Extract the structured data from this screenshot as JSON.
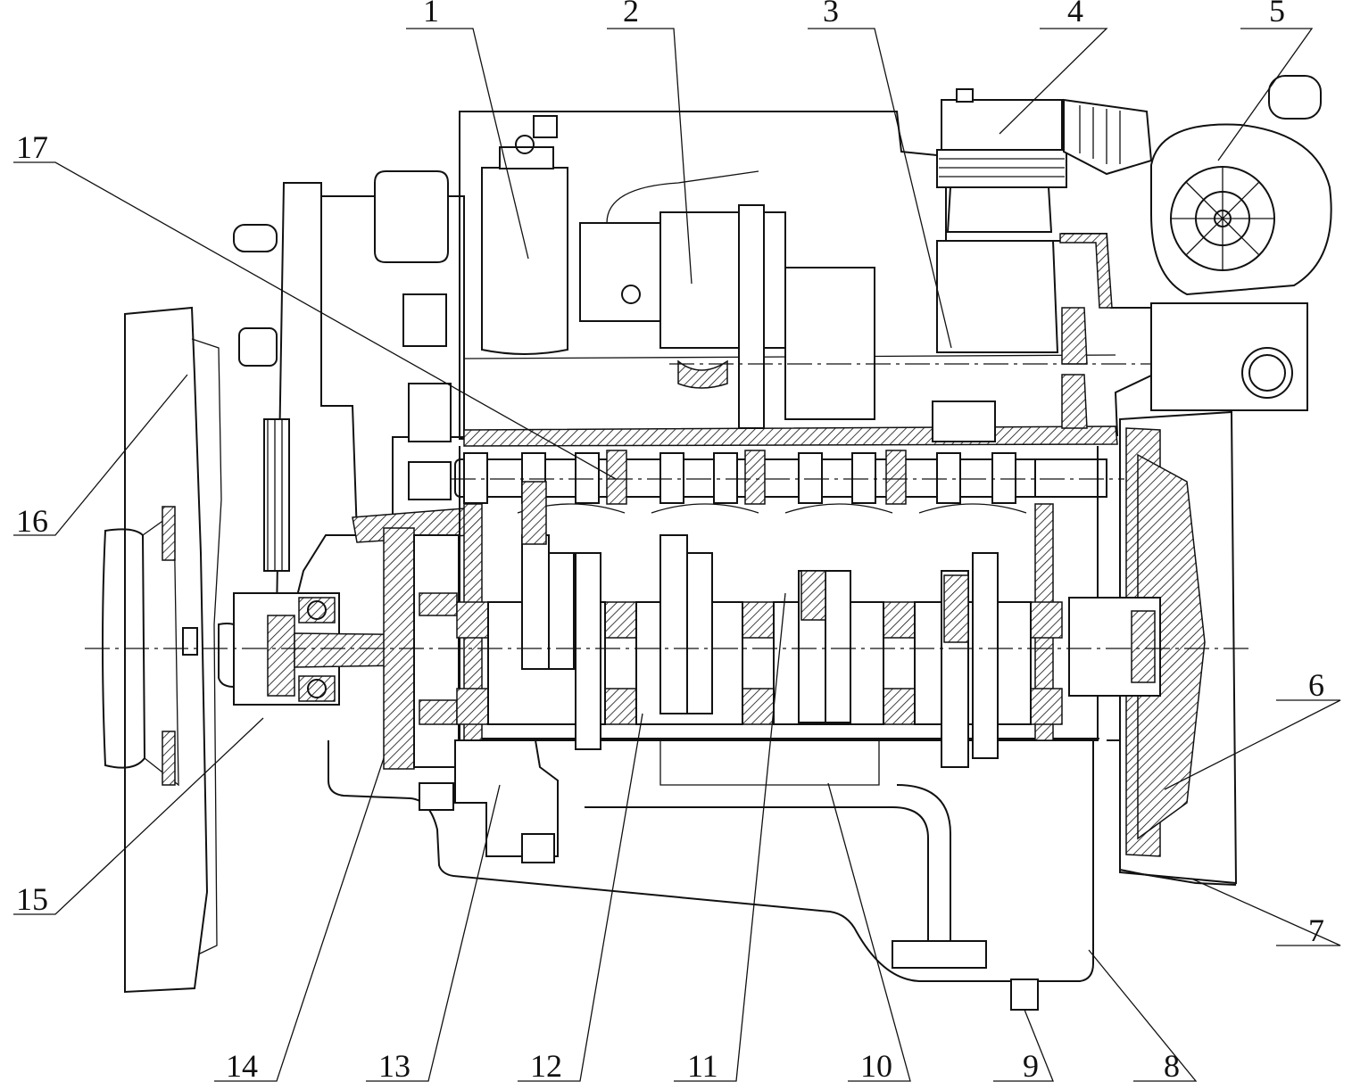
{
  "colors": {
    "line": "#111111",
    "background": "#ffffff"
  },
  "callouts": [
    {
      "id": "1",
      "text": "1"
    },
    {
      "id": "2",
      "text": "2"
    },
    {
      "id": "3",
      "text": "3"
    },
    {
      "id": "4",
      "text": "4"
    },
    {
      "id": "5",
      "text": "5"
    },
    {
      "id": "6",
      "text": "6"
    },
    {
      "id": "7",
      "text": "7"
    },
    {
      "id": "8",
      "text": "8"
    },
    {
      "id": "9",
      "text": "9"
    },
    {
      "id": "10",
      "text": "10"
    },
    {
      "id": "11",
      "text": "11"
    },
    {
      "id": "12",
      "text": "12"
    },
    {
      "id": "13",
      "text": "13"
    },
    {
      "id": "14",
      "text": "14"
    },
    {
      "id": "15",
      "text": "15"
    },
    {
      "id": "16",
      "text": "16"
    },
    {
      "id": "17",
      "text": "17"
    }
  ]
}
